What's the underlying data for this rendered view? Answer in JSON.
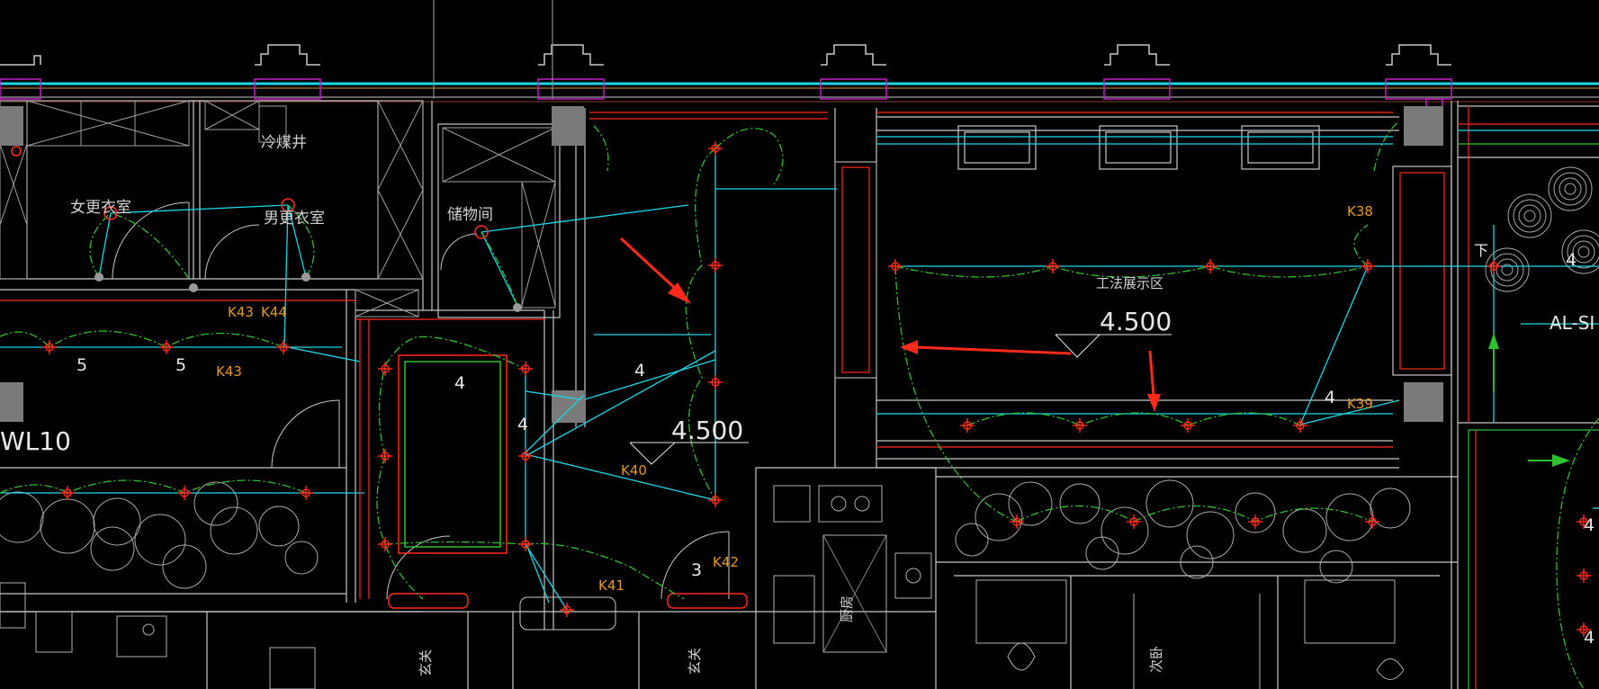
{
  "colors": {
    "background": "#000000",
    "wall": "#c8c8c8",
    "cyan": "#19d9e6",
    "green": "#2fbf2f",
    "red": "#ff2a1a",
    "orange": "#e69a1f",
    "magenta": "#c020c0",
    "gray": "#7a7a7a",
    "white": "#e8e8e8"
  },
  "rooms": {
    "female_locker": "女更衣室",
    "male_locker": "男更衣室",
    "shaft": "冷煤井",
    "storage": "储物间",
    "exhibition": "工法展示区",
    "kitchen": "厨房",
    "foyer_left": "玄关",
    "foyer_mid": "玄关",
    "bedroom": "次卧"
  },
  "levels": {
    "level_right": "4.500",
    "level_mid": "4.500"
  },
  "circuits": {
    "k43a": "K43",
    "k44": "K44",
    "k43b": "K43",
    "k40": "K40",
    "k41": "K41",
    "k42": "K42",
    "k38": "K38",
    "k39": "K39",
    "wl10": "WL10",
    "al": "AL-SI"
  },
  "counts": {
    "n5a": "5",
    "n5b": "5",
    "n4a": "4",
    "n4b": "4",
    "n4c": "4",
    "n3": "3",
    "n4d": "4",
    "n4e": "4",
    "n4f": "4",
    "n4g": "4",
    "down": "下"
  }
}
